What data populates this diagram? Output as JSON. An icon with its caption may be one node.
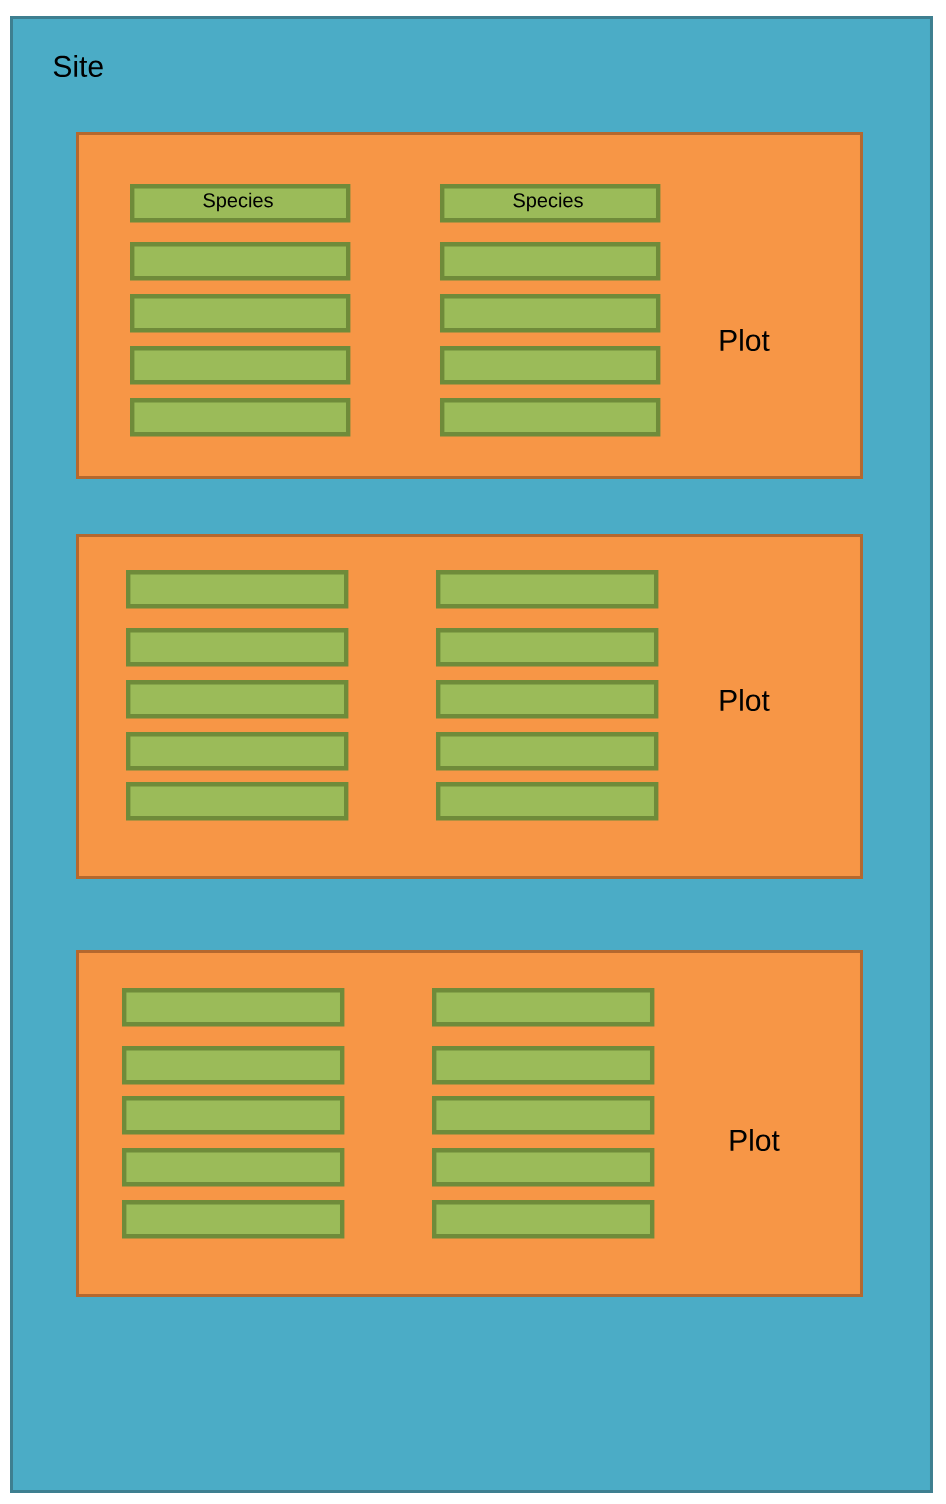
{
  "diagram": {
    "nodes": [
      {
        "text": [
          "Site"
        ]
      },
      {
        "text": [
          "Plot"
        ],
        "in": 0
      },
      {
        "text": [
          "Species"
        ],
        "in": 1
      },
      {
        "text": [
          "Species"
        ],
        "in": 1
      },
      {
        "text": [],
        "shape": "bar",
        "in": 1
      },
      {
        "text": [],
        "shape": "bar",
        "in": 1
      },
      {
        "text": [],
        "shape": "bar",
        "in": 1
      },
      {
        "text": [],
        "shape": "bar",
        "in": 1
      },
      {
        "text": [],
        "shape": "bar",
        "in": 1
      },
      {
        "text": [],
        "shape": "bar",
        "in": 1
      },
      {
        "text": [],
        "shape": "bar",
        "in": 1
      },
      {
        "text": [],
        "shape": "bar",
        "in": 1
      },
      {
        "text": [
          "Plot"
        ],
        "in": 0
      },
      {
        "text": [],
        "shape": "bar",
        "in": 12
      },
      {
        "text": [],
        "shape": "bar",
        "in": 12
      },
      {
        "text": [],
        "shape": "bar",
        "in": 12
      },
      {
        "text": [],
        "shape": "bar",
        "in": 12
      },
      {
        "text": [],
        "shape": "bar",
        "in": 12
      },
      {
        "text": [],
        "shape": "bar",
        "in": 12
      },
      {
        "text": [],
        "shape": "bar",
        "in": 12
      },
      {
        "text": [],
        "shape": "bar",
        "in": 12
      },
      {
        "text": [],
        "shape": "bar",
        "in": 12
      },
      {
        "text": [],
        "shape": "bar",
        "in": 12
      },
      {
        "text": [
          "Plot"
        ],
        "in": 0
      },
      {
        "text": [],
        "shape": "bar",
        "in": 23
      },
      {
        "text": [],
        "shape": "bar",
        "in": 23
      },
      {
        "text": [],
        "shape": "bar",
        "in": 23
      },
      {
        "text": [],
        "shape": "bar",
        "in": 23
      },
      {
        "text": [],
        "shape": "bar",
        "in": 23
      },
      {
        "text": [],
        "shape": "bar",
        "in": 23
      },
      {
        "text": [],
        "shape": "bar",
        "in": 23
      },
      {
        "text": [],
        "shape": "bar",
        "in": 23
      },
      {
        "text": [],
        "shape": "bar",
        "in": 23
      },
      {
        "text": [],
        "shape": "bar",
        "in": 23
      }
    ]
  }
}
